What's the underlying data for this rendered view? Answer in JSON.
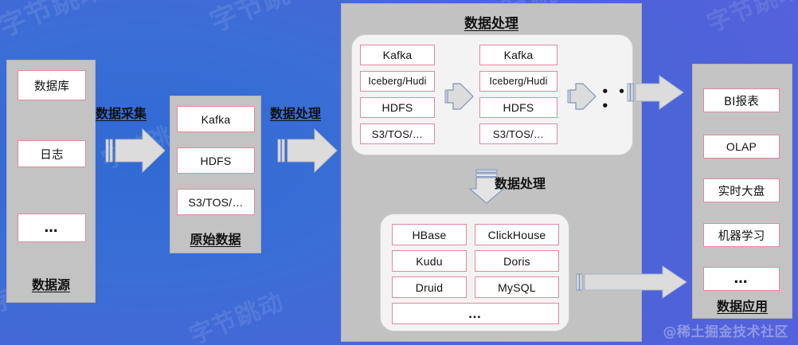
{
  "background": {
    "watermark_text": "字节跳动",
    "corner_watermark": "@稀土掘金技术社区",
    "gradient_from": "#3169d4",
    "gradient_to": "#5f5fe0"
  },
  "colors": {
    "panel_gray": "#c3c3c3",
    "box_border_pink": "#e08a9e",
    "box_fill": "#ffffff",
    "group_fill": "#f3f3f3",
    "arrow_fill": "#dcdcdc",
    "arrow_outline": "#7f93bd"
  },
  "columns": {
    "source": {
      "label": "数据源",
      "items": [
        "数据库",
        "日志",
        "…"
      ]
    },
    "raw": {
      "label": "原始数据",
      "items": [
        "Kafka",
        "HDFS",
        "S3/TOS/…"
      ]
    },
    "application": {
      "label": "数据应用",
      "items": [
        "BI报表",
        "OLAP",
        "实时大盘",
        "机器学习",
        "…"
      ]
    }
  },
  "connectors": {
    "collect": {
      "label": "数据采集",
      "icon": "block-arrow-right-icon"
    },
    "process": {
      "label": "数据处理",
      "icon": "block-arrow-right-icon"
    },
    "to_storage": {
      "label": "数据处理",
      "icon": "block-arrow-down-icon"
    },
    "out_top": {
      "icon": "block-arrow-right-icon"
    },
    "out_bottom": {
      "icon": "block-arrow-right-icon"
    }
  },
  "processing_panel": {
    "title": "数据处理",
    "pipeline": {
      "stages": [
        {
          "items": [
            "Kafka",
            "Iceberg/Hudi",
            "HDFS",
            "S3/TOS/…"
          ]
        },
        {
          "items": [
            "Kafka",
            "Iceberg/Hudi",
            "HDFS",
            "S3/TOS/…"
          ]
        }
      ],
      "arrow_icon": "chevron-arrow-right-icon",
      "continuation": "• • •"
    },
    "storage": {
      "rows": [
        [
          "HBase",
          "ClickHouse"
        ],
        [
          "Kudu",
          "Doris"
        ],
        [
          "Druid",
          "MySQL"
        ]
      ],
      "last": "…"
    }
  }
}
